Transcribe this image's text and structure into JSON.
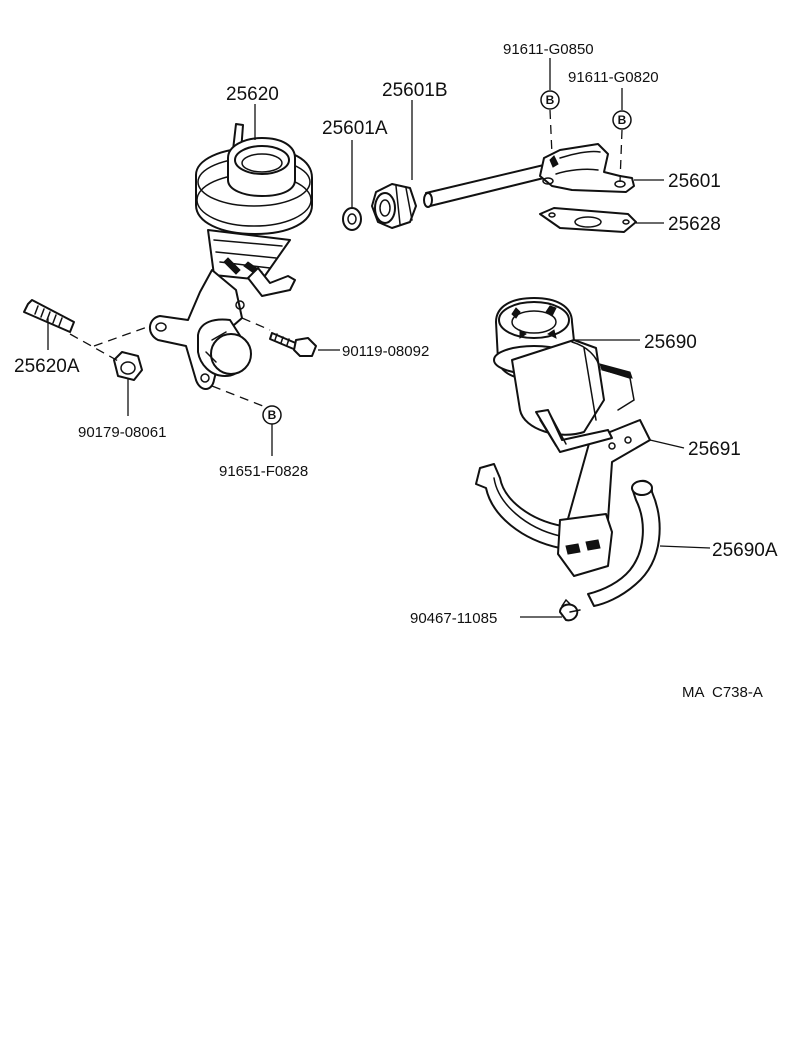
{
  "labels": {
    "egr_valve": "25620",
    "stud": "25620A",
    "gasket_small": "25601A",
    "union_nut": "25601B",
    "egr_pipe": "25601",
    "gasket_flange": "25628",
    "vsv": "25690",
    "bracket": "25691",
    "hose": "25690A",
    "bolt_b1": "91611-G0850",
    "bolt_b2": "91611-G0820",
    "bolt_mount": "90119-08092",
    "nut": "90179-08061",
    "bolt_b3": "91651-F0828",
    "clip": "90467-11085",
    "ref_code": "MA  C738-A"
  },
  "marks": {
    "b": "B"
  },
  "colors": {
    "line": "#111111",
    "background": "#ffffff"
  }
}
